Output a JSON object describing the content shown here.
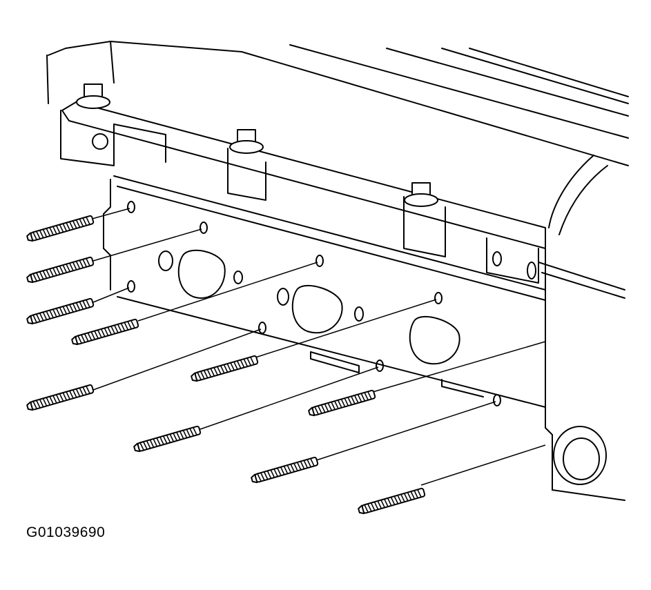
{
  "figure": {
    "code": "G01039690",
    "subject": "exhaust-manifold-studs-cylinder-head"
  },
  "colors": {
    "ink": "#000000",
    "background": "#ffffff"
  },
  "studs": 10
}
